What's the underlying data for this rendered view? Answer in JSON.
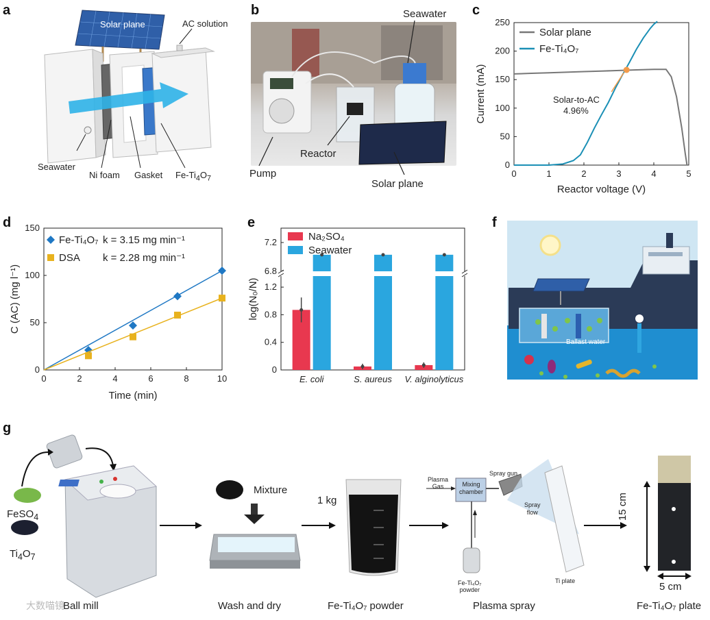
{
  "panels": {
    "a": {
      "label": "a",
      "solar_plane": "Solar plane",
      "ac_solution": "AC solution",
      "seawater": "Seawater",
      "ni_foam": "Ni foam",
      "gasket": "Gasket",
      "fe_ti": "Fe-Ti",
      "fe_ti_sub": "4",
      "fe_ti_o": "O",
      "fe_ti_sub2": "7"
    },
    "b": {
      "label": "b",
      "seawater": "Seawater",
      "reactor": "Reactor",
      "pump": "Pump",
      "solar_plane": "Solar plane"
    },
    "c": {
      "label": "c",
      "annotation_line1": "Solar-to-AC",
      "annotation_line2": "4.96%"
    },
    "d": {
      "label": "d"
    },
    "e": {
      "label": "e"
    },
    "f": {
      "label": "f",
      "ballast_water": "Ballast water"
    },
    "g": {
      "label": "g",
      "feso": "FeSO",
      "feso_sub": "4",
      "tio": "Ti",
      "tio_sub": "4",
      "tio_o": "O",
      "tio_sub2": "7",
      "mixture": "Mixture",
      "one_kg": "1 kg",
      "plasma_gas_1": "Plasma",
      "plasma_gas_2": "Gas",
      "mixing_chamber_1": "Mixing",
      "mixing_chamber_2": "chamber",
      "spray_gun": "Spray gun",
      "spray_flow_1": "Spray",
      "spray_flow_2": "flow",
      "powder_1": "Fe-Ti₄O₇",
      "powder_2": "powder",
      "ti_plate": "Ti plate",
      "dim_15": "15 cm",
      "dim_5": "5 cm",
      "step_ball_mill": "Ball mill",
      "step_wash": "Wash and dry",
      "step_powder": "Fe-Ti₄O₇ powder",
      "step_plasma": "Plasma spray",
      "step_plate": "Fe-Ti₄O₇ plate",
      "watermark": "大数喵镜"
    }
  },
  "colors": {
    "teal": "#1a8fb5",
    "gray_line": "#777777",
    "blue_marker": "#1f78c4",
    "gold_marker": "#e8b21e",
    "red_bar": "#e8384f",
    "cyan_bar": "#2aa6df",
    "orange_point": "#f39b4a"
  },
  "chart_data": [
    {
      "panel": "c",
      "type": "line",
      "xlabel": "Reactor voltage (V)",
      "ylabel": "Current (mA)",
      "xlim": [
        0,
        5
      ],
      "ylim": [
        0,
        250
      ],
      "xticks": [
        "0",
        "1",
        "2",
        "3",
        "4",
        "5"
      ],
      "yticks": [
        "0",
        "50",
        "100",
        "150",
        "200",
        "250"
      ],
      "legend_position": "top-left",
      "series": [
        {
          "name": "Solar plane",
          "color": "#777777",
          "x": [
            0,
            0.5,
            1,
            1.5,
            2,
            2.5,
            3,
            3.5,
            4,
            4.35,
            4.5,
            4.65,
            4.8,
            4.9,
            4.95
          ],
          "y": [
            160,
            161,
            162,
            163,
            164,
            165,
            166,
            167,
            168,
            168,
            155,
            120,
            65,
            20,
            0
          ]
        },
        {
          "name": "Fe-Ti₄O₇",
          "color": "#1a8fb5",
          "x": [
            0,
            1,
            1.4,
            1.7,
            1.9,
            2.1,
            2.3,
            2.5,
            2.7,
            2.9,
            3.1,
            3.3,
            3.5,
            3.7,
            3.9,
            4.0,
            4.1
          ],
          "y": [
            0,
            0,
            2,
            8,
            18,
            40,
            65,
            88,
            110,
            135,
            158,
            180,
            203,
            223,
            240,
            247,
            252
          ]
        }
      ],
      "point": {
        "x": 3.22,
        "y": 167
      }
    },
    {
      "panel": "d",
      "type": "scatter",
      "xlabel": "Time (min)",
      "ylabel": "C (AC) (mg l⁻¹)",
      "xlim": [
        0,
        10
      ],
      "ylim": [
        0,
        150
      ],
      "xticks": [
        "0",
        "2",
        "4",
        "6",
        "8",
        "10"
      ],
      "yticks": [
        "0",
        "50",
        "100",
        "150"
      ],
      "legend_position": "top-left",
      "series": [
        {
          "name": "Fe-Ti₄O₇",
          "rate": "k = 3.15 mg min⁻¹",
          "color": "#1f78c4",
          "marker": "diamond",
          "x": [
            0,
            2.5,
            5,
            7.5,
            10
          ],
          "y": [
            0,
            21,
            47,
            78,
            105
          ]
        },
        {
          "name": "DSA",
          "rate": "k = 2.28 mg min⁻¹",
          "color": "#e8b21e",
          "marker": "square",
          "x": [
            0,
            2.5,
            5,
            7.5,
            10
          ],
          "y": [
            0,
            15,
            35,
            58,
            76
          ]
        }
      ]
    },
    {
      "panel": "e",
      "type": "bar",
      "ylabel": "log(N₀/N)",
      "categories": [
        "E. coli",
        "S. aureus",
        "V. alginolyticus"
      ],
      "yticks_low": [
        "0",
        "0.4",
        "0.8",
        "1.2"
      ],
      "yticks_high": [
        "6.8",
        "7.2"
      ],
      "axis_break": [
        1.35,
        6.8
      ],
      "legend_position": "top-left",
      "series": [
        {
          "name": "Na₂SO₄",
          "color": "#e8384f",
          "values": [
            0.87,
            0.05,
            0.07
          ],
          "errors": [
            0.18,
            0.04,
            0.04
          ]
        },
        {
          "name": "Seawater",
          "color": "#2aa6df",
          "values": [
            7.03,
            7.03,
            7.03
          ],
          "errors": [
            0.01,
            0.01,
            0.01
          ]
        }
      ]
    }
  ]
}
